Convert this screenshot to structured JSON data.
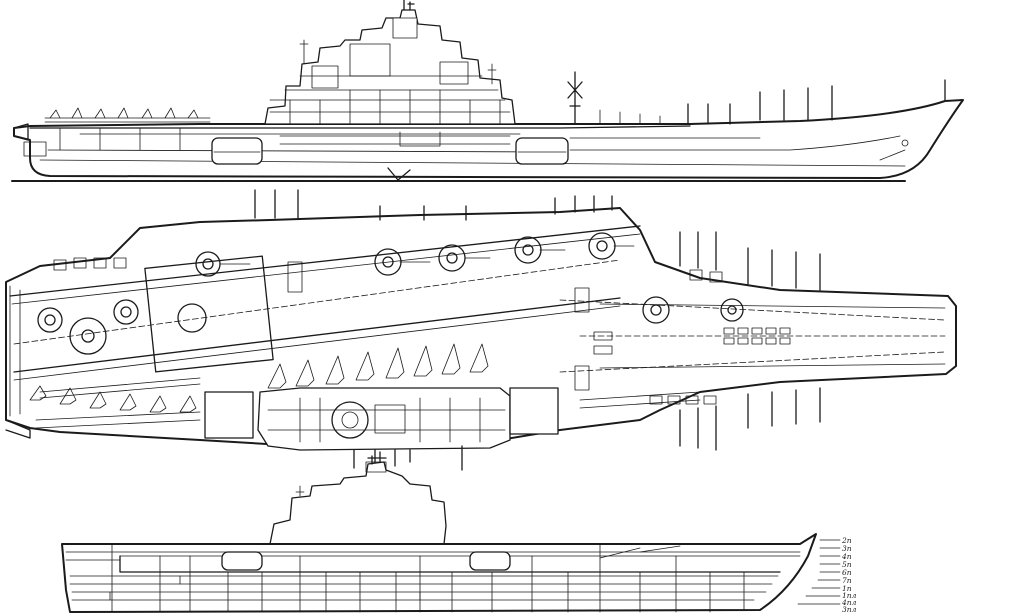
{
  "deck_labels": [
    "2п",
    "3п",
    "4п",
    "5п",
    "6п",
    "7п",
    "1п",
    "1пл",
    "4пл",
    "3пл"
  ]
}
